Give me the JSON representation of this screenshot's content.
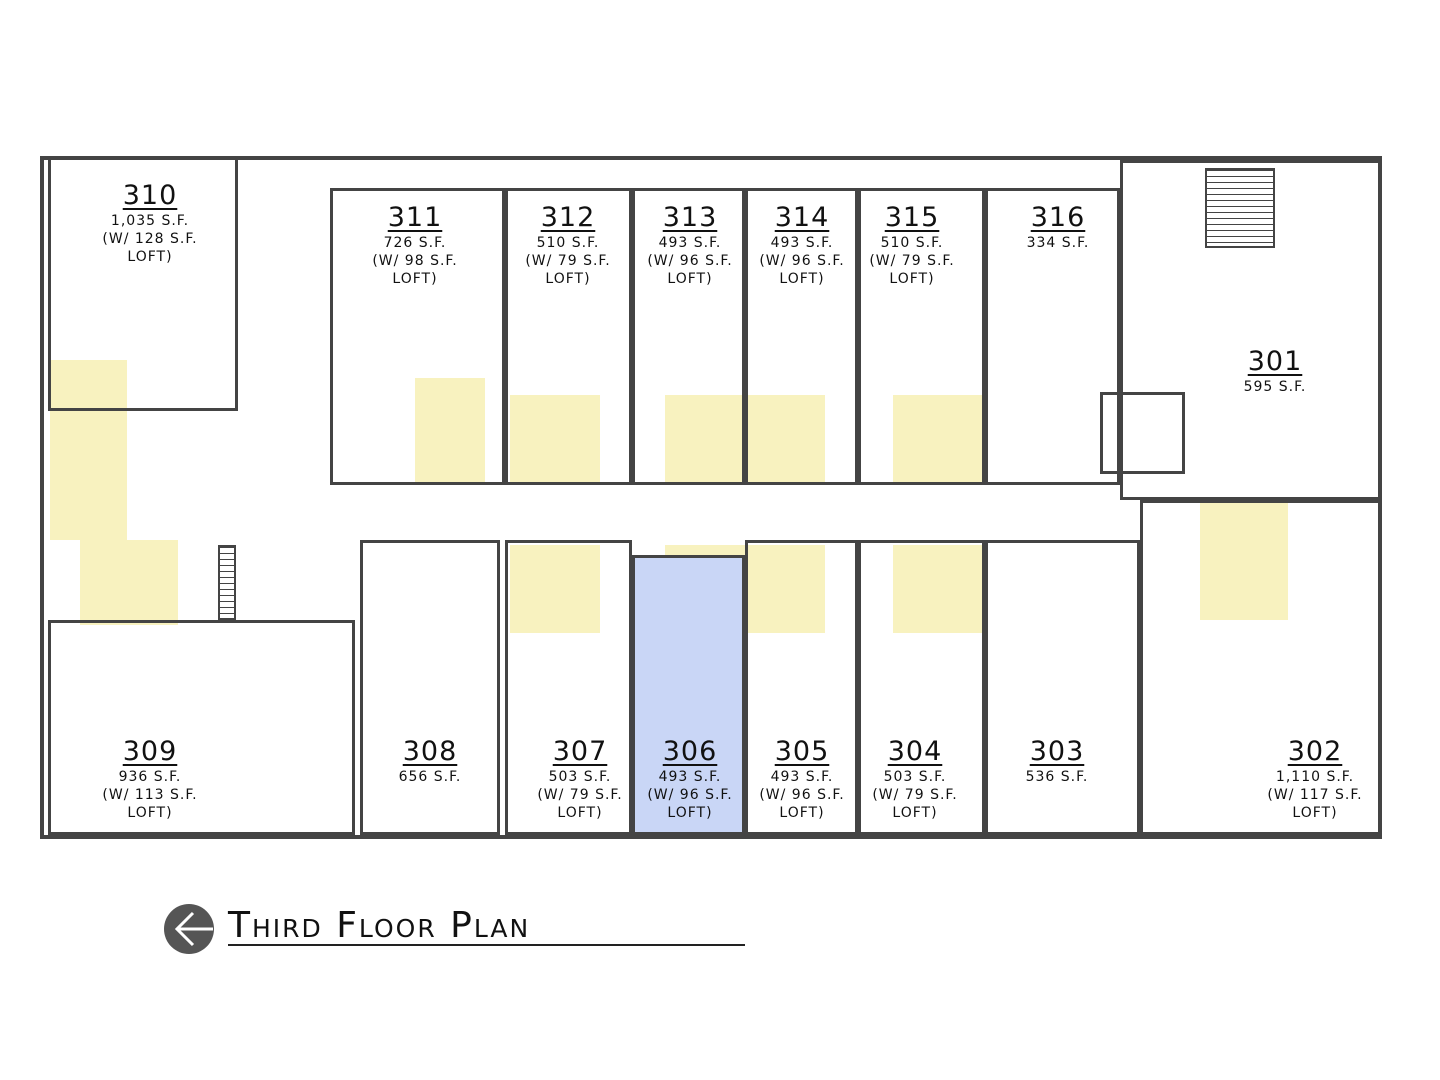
{
  "title": "Third Floor Plan",
  "colors": {
    "highlight": "#f7f1b8",
    "selected_unit": "#c9d6f6",
    "walls": "#444444"
  },
  "units": [
    {
      "id": "310",
      "area": "1,035 S.F.",
      "loft": "(W/ 128 S.F.",
      "loft2": "LOFT)"
    },
    {
      "id": "311",
      "area": "726 S.F.",
      "loft": "(W/ 98 S.F.",
      "loft2": "LOFT)"
    },
    {
      "id": "312",
      "area": "510 S.F.",
      "loft": "(W/ 79 S.F.",
      "loft2": "LOFT)"
    },
    {
      "id": "313",
      "area": "493 S.F.",
      "loft": "(W/ 96 S.F.",
      "loft2": "LOFT)"
    },
    {
      "id": "314",
      "area": "493 S.F.",
      "loft": "(W/ 96 S.F.",
      "loft2": "LOFT)"
    },
    {
      "id": "315",
      "area": "510 S.F.",
      "loft": "(W/ 79 S.F.",
      "loft2": "LOFT)"
    },
    {
      "id": "316",
      "area": "334 S.F."
    },
    {
      "id": "301",
      "area": "595 S.F."
    },
    {
      "id": "309",
      "area": "936 S.F.",
      "loft": "(W/ 113 S.F.",
      "loft2": "LOFT)"
    },
    {
      "id": "308",
      "area": "656 S.F."
    },
    {
      "id": "307",
      "area": "503 S.F.",
      "loft": "(W/ 79 S.F.",
      "loft2": "LOFT)"
    },
    {
      "id": "306",
      "area": "493 S.F.",
      "loft": "(W/ 96 S.F.",
      "loft2": "LOFT)",
      "selected": true
    },
    {
      "id": "305",
      "area": "493 S.F.",
      "loft": "(W/ 96 S.F.",
      "loft2": "LOFT)"
    },
    {
      "id": "304",
      "area": "503 S.F.",
      "loft": "(W/ 79 S.F.",
      "loft2": "LOFT)"
    },
    {
      "id": "303",
      "area": "536 S.F."
    },
    {
      "id": "302",
      "area": "1,110 S.F.",
      "loft": "(W/ 117 S.F.",
      "loft2": "LOFT)"
    }
  ]
}
